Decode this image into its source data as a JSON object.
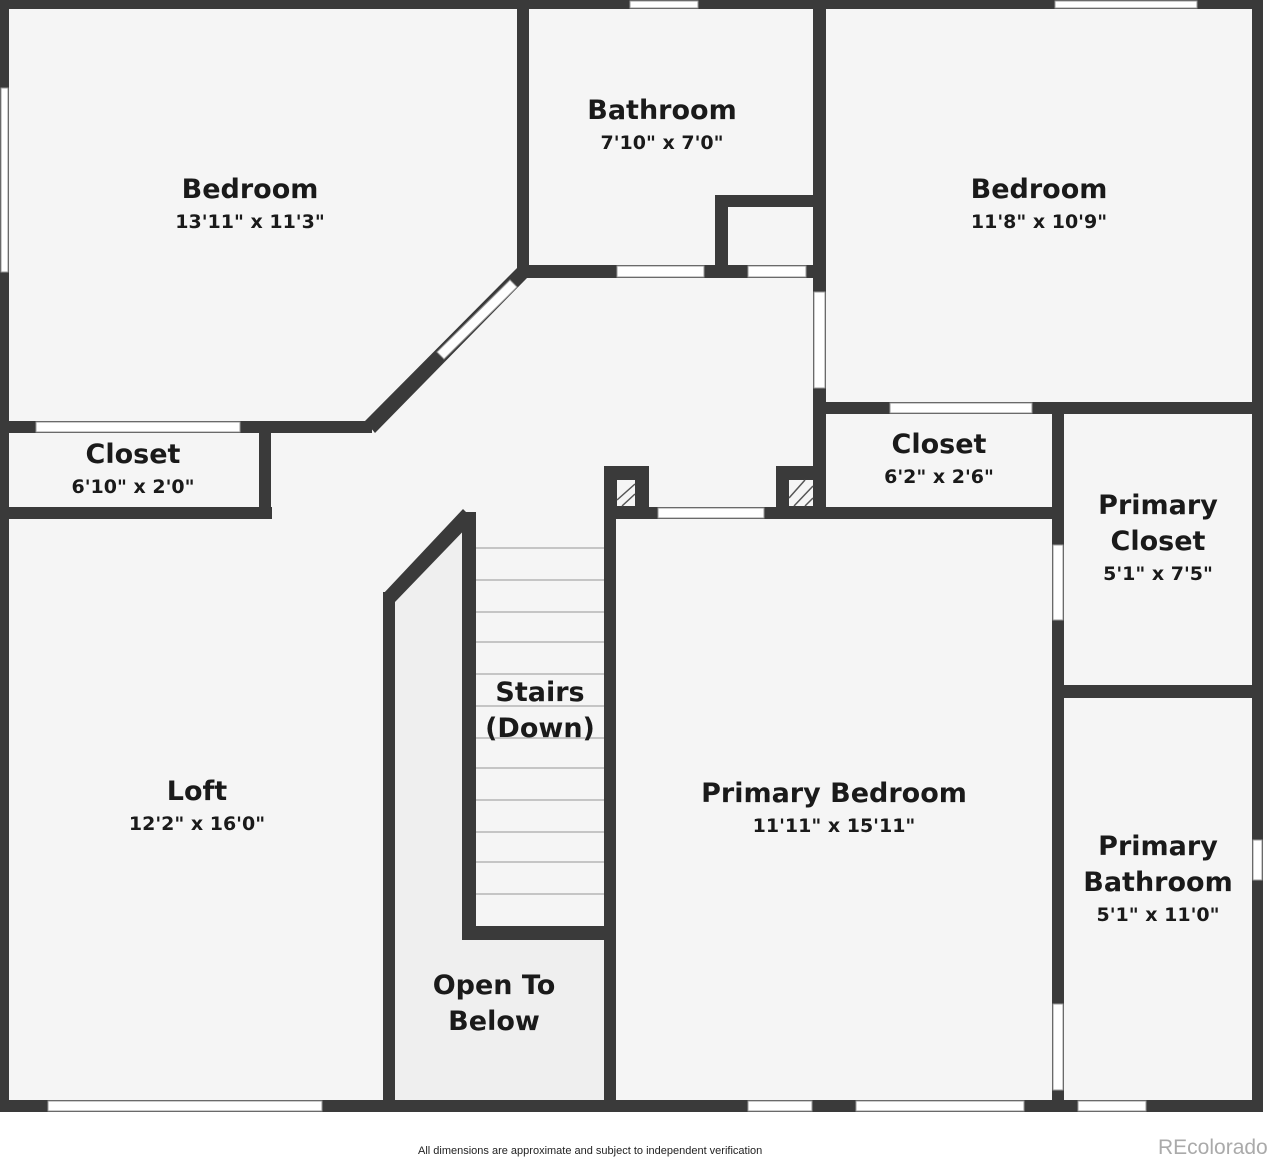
{
  "rooms": {
    "bedroom1": {
      "name": "Bedroom",
      "dims": "13'11\" x 11'3\""
    },
    "bathroom": {
      "name": "Bathroom",
      "dims": "7'10\" x 7'0\""
    },
    "bedroom2": {
      "name": "Bedroom",
      "dims": "11'8\" x 10'9\""
    },
    "closet1": {
      "name": "Closet",
      "dims": "6'10\" x 2'0\""
    },
    "closet2": {
      "name": "Closet",
      "dims": "6'2\" x 2'6\""
    },
    "primary_closet": {
      "name_line1": "Primary",
      "name_line2": "Closet",
      "dims": "5'1\" x 7'5\""
    },
    "stairs": {
      "name_line1": "Stairs",
      "name_line2": "(Down)"
    },
    "loft": {
      "name": "Loft",
      "dims": "12'2\" x 16'0\""
    },
    "primary_bedroom": {
      "name": "Primary Bedroom",
      "dims": "11'11\" x 15'11\""
    },
    "primary_bathroom": {
      "name_line1": "Primary",
      "name_line2": "Bathroom",
      "dims": "5'1\" x 11'0\""
    },
    "open_to_below": {
      "name_line1": "Open To",
      "name_line2": "Below"
    }
  },
  "footer": {
    "disclaimer": "All dimensions are approximate and subject to independent verification",
    "brand": "REcolorado"
  },
  "colors": {
    "wall": "#3a3a3a",
    "floor": "#f5f5f5",
    "open_below": "#efefef"
  }
}
